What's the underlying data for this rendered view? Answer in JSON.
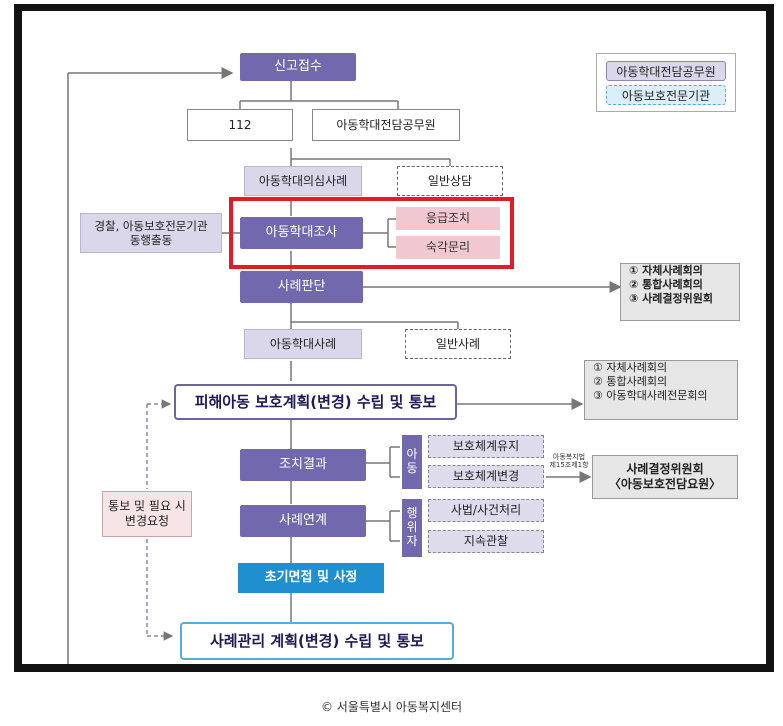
{
  "legend": {
    "items": [
      "아동학대전담공무원",
      "아동보호전문기관"
    ]
  },
  "nodes": {
    "report": "신고접수",
    "n112": "112",
    "officer": "아동학대전담공무원",
    "suspected": "아동학대의심사례",
    "general_consult": "일반상담",
    "police_note": [
      "경찰, 아동보호전문기관",
      "동행출동"
    ],
    "investigation": "아동학대조사",
    "emergency": "응급조치",
    "separation": "숙각문리",
    "judgment": "사례판단",
    "abuse_case": "아동학대사례",
    "general_case": "일반사례",
    "right_note_1": [
      "① 자체사례회의",
      "② 통합사례회의",
      "③ 사례결정위원회"
    ],
    "protection_plan": "피해아동 보호계획(변경) 수립 및 통보",
    "right_note_2": [
      "① 자체사례회의",
      "② 통합사례회의",
      "③ 아동학대사례전문회의"
    ],
    "action_result": "조치결과",
    "child_tag": [
      "아",
      "동"
    ],
    "keep": "보호체계유지",
    "change": "보호체계변경",
    "law": [
      "아동복지법",
      "제15조제1항"
    ],
    "decision_committee": [
      "사례결정위원회",
      "〈아동보호전담요원〉"
    ],
    "case_link": "사례연계",
    "actor_tag": [
      "행",
      "위",
      "자"
    ],
    "judicial": "사법/사건처리",
    "observe": "지속관찰",
    "notify_request": [
      "통보 및 필요 시",
      "변경요청"
    ],
    "interview": "초기면접 및 사정",
    "case_plan": "사례관리 계획(변경) 수립 및 통보"
  },
  "caption": "© 서울특별시 아동복지센터",
  "colors": {
    "purple": "#7168ad",
    "lavender": "#d9d7e9",
    "pink": "#f1c8cf",
    "highlight_red": "#e01d25",
    "blue": "#1f8fd0",
    "frame": "#121212"
  }
}
